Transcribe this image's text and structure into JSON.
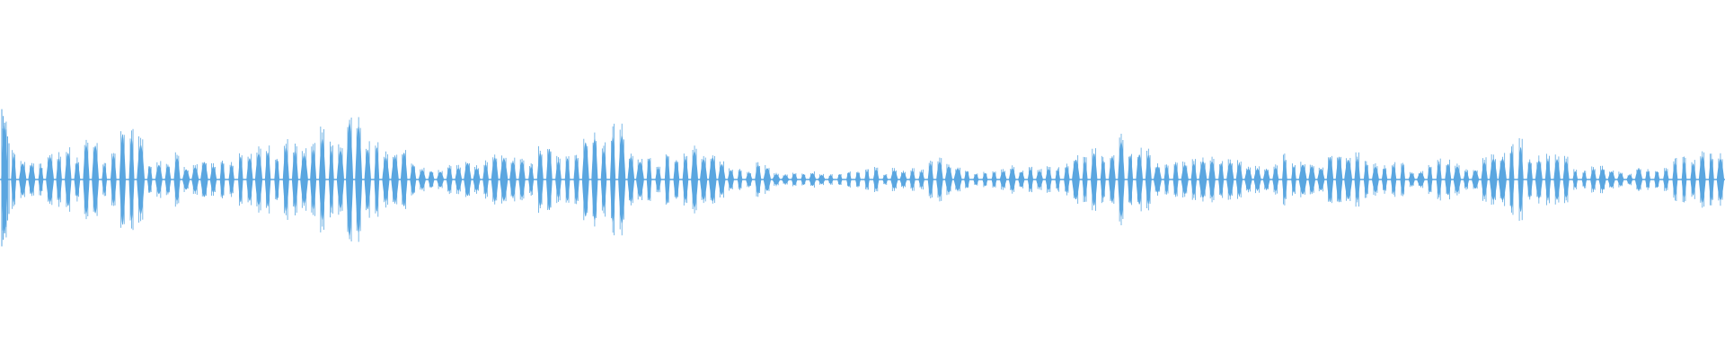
{
  "waveform": {
    "color": "#5aa6e0",
    "background": "#ffffff",
    "amplitude_scale": 1.0,
    "envelope": [
      [
        0.0,
        0.55
      ],
      [
        0.004,
        0.25
      ],
      [
        0.01,
        0.1
      ],
      [
        0.016,
        0.14
      ],
      [
        0.022,
        0.08
      ],
      [
        0.028,
        0.16
      ],
      [
        0.034,
        0.12
      ],
      [
        0.04,
        0.22
      ],
      [
        0.046,
        0.1
      ],
      [
        0.052,
        0.22
      ],
      [
        0.058,
        0.16
      ],
      [
        0.064,
        0.08
      ],
      [
        0.072,
        0.26
      ],
      [
        0.08,
        0.2
      ],
      [
        0.088,
        0.06
      ],
      [
        0.096,
        0.14
      ],
      [
        0.104,
        0.1
      ],
      [
        0.11,
        0.08
      ],
      [
        0.118,
        0.14
      ],
      [
        0.126,
        0.12
      ],
      [
        0.134,
        0.1
      ],
      [
        0.14,
        0.2
      ],
      [
        0.148,
        0.18
      ],
      [
        0.156,
        0.16
      ],
      [
        0.164,
        0.2
      ],
      [
        0.172,
        0.18
      ],
      [
        0.18,
        0.14
      ],
      [
        0.188,
        0.22
      ],
      [
        0.196,
        0.18
      ],
      [
        0.204,
        0.32
      ],
      [
        0.208,
        0.26
      ],
      [
        0.214,
        0.24
      ],
      [
        0.222,
        0.18
      ],
      [
        0.23,
        0.16
      ],
      [
        0.238,
        0.12
      ],
      [
        0.246,
        0.08
      ],
      [
        0.254,
        0.06
      ],
      [
        0.262,
        0.1
      ],
      [
        0.27,
        0.08
      ],
      [
        0.278,
        0.1
      ],
      [
        0.286,
        0.12
      ],
      [
        0.294,
        0.12
      ],
      [
        0.302,
        0.1
      ],
      [
        0.31,
        0.12
      ],
      [
        0.318,
        0.16
      ],
      [
        0.326,
        0.12
      ],
      [
        0.334,
        0.16
      ],
      [
        0.342,
        0.26
      ],
      [
        0.348,
        0.28
      ],
      [
        0.354,
        0.22
      ],
      [
        0.36,
        0.24
      ],
      [
        0.368,
        0.14
      ],
      [
        0.376,
        0.12
      ],
      [
        0.384,
        0.1
      ],
      [
        0.392,
        0.16
      ],
      [
        0.4,
        0.14
      ],
      [
        0.408,
        0.16
      ],
      [
        0.416,
        0.14
      ],
      [
        0.424,
        0.08
      ],
      [
        0.432,
        0.06
      ],
      [
        0.44,
        0.08
      ],
      [
        0.448,
        0.04
      ],
      [
        0.456,
        0.03
      ],
      [
        0.464,
        0.04
      ],
      [
        0.472,
        0.03
      ],
      [
        0.48,
        0.04
      ],
      [
        0.488,
        0.03
      ],
      [
        0.496,
        0.04
      ],
      [
        0.504,
        0.06
      ],
      [
        0.512,
        0.04
      ],
      [
        0.52,
        0.06
      ],
      [
        0.528,
        0.06
      ],
      [
        0.536,
        0.08
      ],
      [
        0.544,
        0.1
      ],
      [
        0.552,
        0.06
      ],
      [
        0.56,
        0.06
      ],
      [
        0.568,
        0.04
      ],
      [
        0.576,
        0.06
      ],
      [
        0.584,
        0.08
      ],
      [
        0.592,
        0.06
      ],
      [
        0.6,
        0.06
      ],
      [
        0.608,
        0.06
      ],
      [
        0.616,
        0.04
      ],
      [
        0.624,
        0.12
      ],
      [
        0.632,
        0.18
      ],
      [
        0.64,
        0.16
      ],
      [
        0.648,
        0.2
      ],
      [
        0.656,
        0.18
      ],
      [
        0.664,
        0.2
      ],
      [
        0.672,
        0.1
      ],
      [
        0.68,
        0.08
      ],
      [
        0.688,
        0.08
      ],
      [
        0.696,
        0.1
      ],
      [
        0.704,
        0.14
      ],
      [
        0.712,
        0.1
      ],
      [
        0.72,
        0.08
      ],
      [
        0.728,
        0.1
      ],
      [
        0.736,
        0.06
      ],
      [
        0.744,
        0.1
      ],
      [
        0.752,
        0.12
      ],
      [
        0.76,
        0.1
      ],
      [
        0.768,
        0.1
      ],
      [
        0.776,
        0.18
      ],
      [
        0.784,
        0.14
      ],
      [
        0.792,
        0.08
      ],
      [
        0.8,
        0.06
      ],
      [
        0.808,
        0.1
      ],
      [
        0.816,
        0.06
      ],
      [
        0.824,
        0.04
      ],
      [
        0.832,
        0.1
      ],
      [
        0.84,
        0.08
      ],
      [
        0.848,
        0.06
      ],
      [
        0.856,
        0.08
      ],
      [
        0.864,
        0.1
      ],
      [
        0.872,
        0.14
      ],
      [
        0.88,
        0.2
      ],
      [
        0.888,
        0.16
      ],
      [
        0.896,
        0.12
      ],
      [
        0.904,
        0.1
      ],
      [
        0.912,
        0.08
      ],
      [
        0.92,
        0.06
      ],
      [
        0.928,
        0.06
      ],
      [
        0.936,
        0.04
      ],
      [
        0.944,
        0.04
      ],
      [
        0.952,
        0.06
      ],
      [
        0.96,
        0.04
      ],
      [
        0.968,
        0.06
      ],
      [
        0.976,
        0.12
      ],
      [
        0.984,
        0.14
      ],
      [
        0.992,
        0.12
      ],
      [
        1.0,
        0.16
      ]
    ],
    "lobe_count": 190,
    "seed": 7
  }
}
